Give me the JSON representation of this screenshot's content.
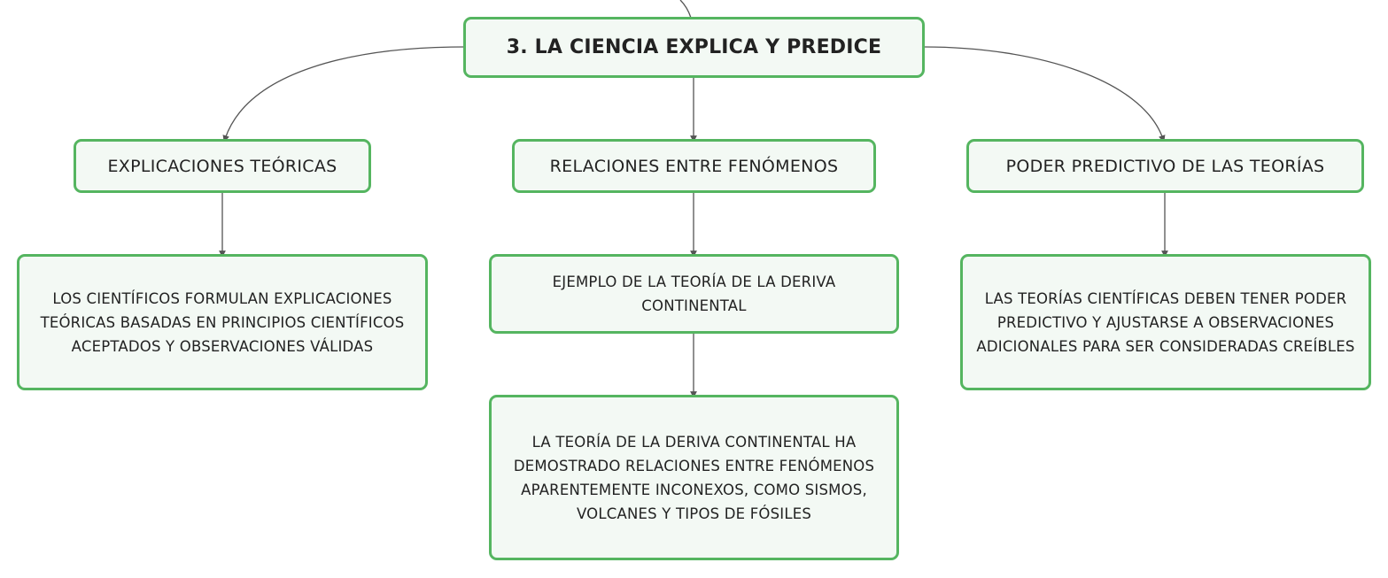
{
  "diagram": {
    "root": {
      "label": "3. LA CIENCIA EXPLICA Y PREDICE"
    },
    "branches": [
      {
        "label": "EXPLICACIONES TEÓRICAS",
        "children": [
          "LOS CIENTÍFICOS FORMULAN EXPLICACIONES TEÓRICAS BASADAS EN PRINCIPIOS CIENTÍFICOS ACEPTADOS Y OBSERVACIONES VÁLIDAS"
        ]
      },
      {
        "label": "RELACIONES ENTRE FENÓMENOS",
        "children": [
          "EJEMPLO DE LA TEORÍA DE LA DERIVA CONTINENTAL",
          "LA TEORÍA DE LA DERIVA CONTINENTAL HA DEMOSTRADO RELACIONES ENTRE FENÓMENOS APARENTEMENTE INCONEXOS, COMO SISMOS, VOLCANES Y TIPOS DE FÓSILES"
        ]
      },
      {
        "label": "PODER PREDICTIVO DE LAS TEORÍAS",
        "children": [
          "LAS TEORÍAS CIENTÍFICAS DEBEN TENER PODER PREDICTIVO Y AJUSTARSE A OBSERVACIONES ADICIONALES PARA SER CONSIDERADAS CREÍBLES"
        ]
      }
    ],
    "colors": {
      "node_border": "#55b560",
      "node_fill": "#f3f9f4",
      "connector": "#555555",
      "text": "#222222"
    }
  }
}
